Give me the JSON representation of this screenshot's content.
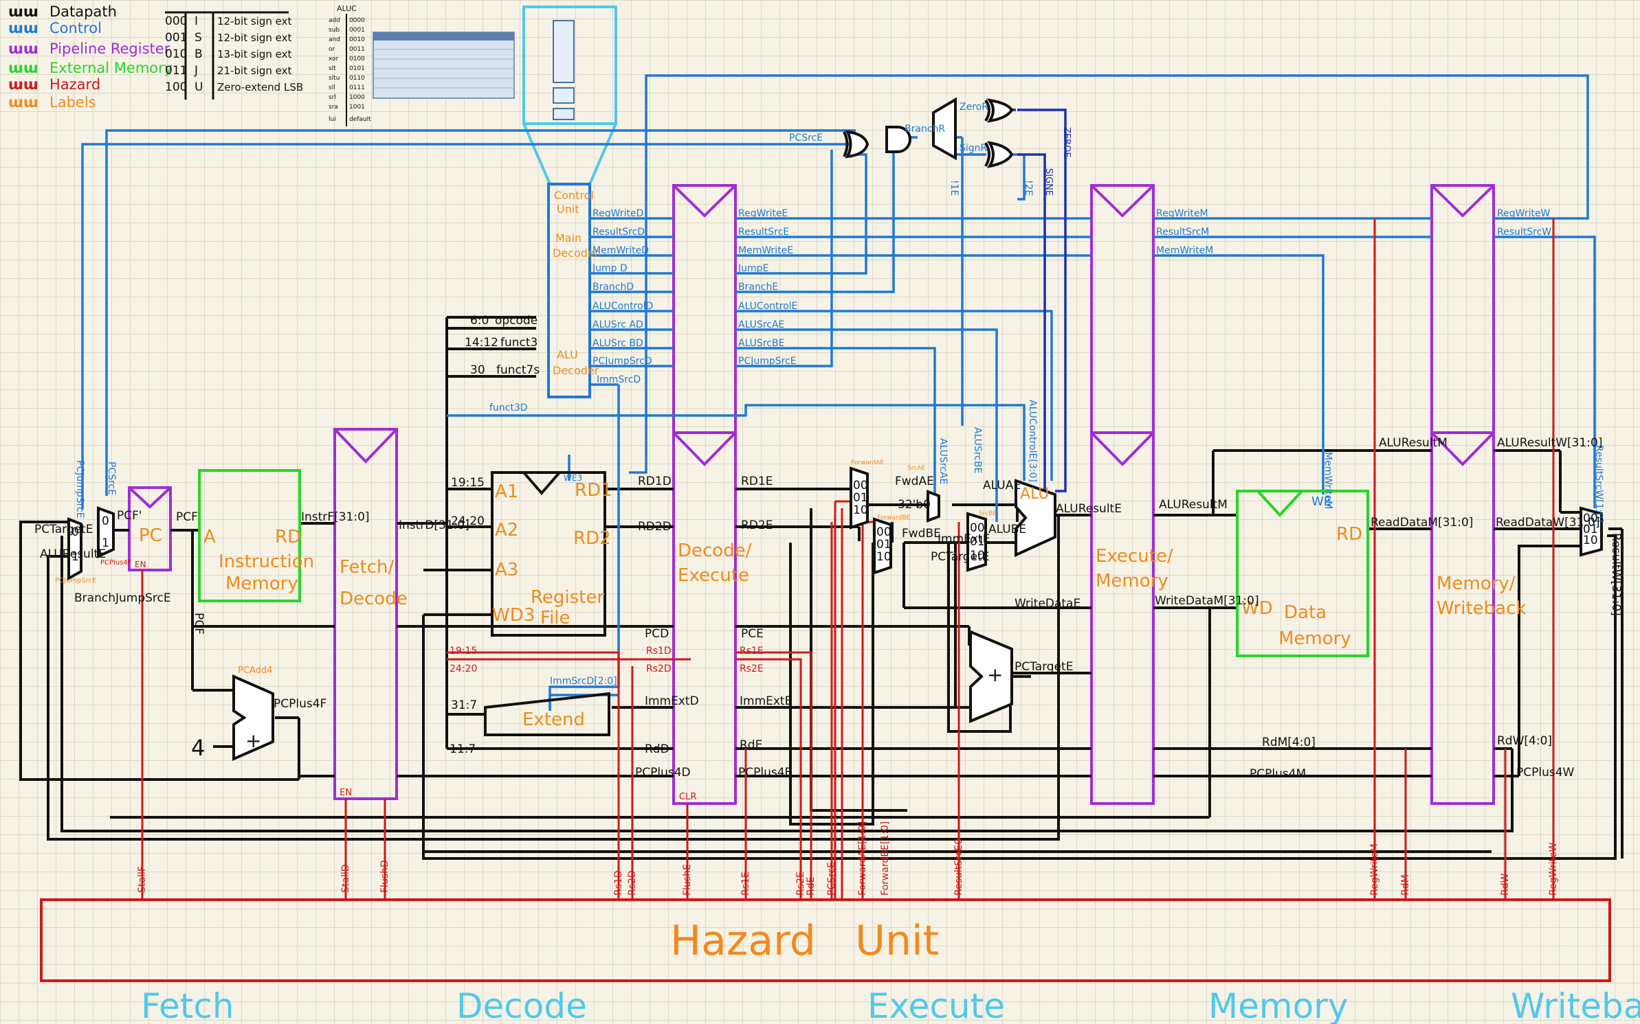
{
  "legend": [
    {
      "mark": "ɯɯ",
      "label": "Datapath",
      "color": "#111111"
    },
    {
      "mark": "ɯɯ",
      "label": "Control",
      "color": "#1f78d6"
    },
    {
      "mark": "ɯɯ",
      "label": "Pipeline Register",
      "color": "#a02cd6"
    },
    {
      "mark": "ɯɯ",
      "label": "External Memory",
      "color": "#28d428"
    },
    {
      "mark": "ɯɯ",
      "label": "Hazard",
      "color": "#d01818"
    },
    {
      "mark": "ɯɯ",
      "label": "Labels",
      "color": "#f08a1c"
    }
  ],
  "immsrc_table": [
    [
      "000",
      "I",
      "12-bit sign ext"
    ],
    [
      "001",
      "S",
      "12-bit sign ext"
    ],
    [
      "010",
      "B",
      "13-bit sign ext"
    ],
    [
      "011",
      "J",
      "21-bit sign ext"
    ],
    [
      "100",
      "U",
      "Zero-extend LSB"
    ]
  ],
  "aluc_table": {
    "header": "ALUC",
    "rows": [
      [
        "add",
        "0000"
      ],
      [
        "sub",
        "0001"
      ],
      [
        "and",
        "0010"
      ],
      [
        "or",
        "0011"
      ],
      [
        "xor",
        "0100"
      ],
      [
        "slt",
        "0101"
      ],
      [
        "sltu",
        "0110"
      ],
      [
        "sll",
        "0111"
      ],
      [
        "srl",
        "1000"
      ],
      [
        "sra",
        "1001"
      ],
      [
        "lui",
        "default"
      ]
    ]
  },
  "blocks": {
    "pc": "PC",
    "instr_mem": [
      "Instruction",
      "Memory"
    ],
    "fetch_decode": [
      "Fetch/",
      "Decode"
    ],
    "control_unit": [
      "Control",
      "Unit"
    ],
    "main_decoder": [
      "Main",
      "Decoder"
    ],
    "alu_decoder": [
      "ALU",
      "Decoder"
    ],
    "regfile": [
      "Register",
      "File"
    ],
    "extend": "Extend",
    "decode_execute": [
      "Decode/",
      "Execute"
    ],
    "alu": "ALU",
    "execute_memory": [
      "Execute/",
      "Memory"
    ],
    "data_mem": [
      "Data",
      "Memory"
    ],
    "memory_writeback": [
      "Memory/",
      "Writeback"
    ],
    "hazard": "Hazard   Unit",
    "plus4": "+",
    "pctarget_adder": "+"
  },
  "ports": {
    "imem_a": "A",
    "imem_rd": "RD",
    "rf_a1": "A1",
    "rf_a2": "A2",
    "rf_a3": "A3",
    "rf_wd3": "WD3",
    "rf_rd1": "RD1",
    "rf_rd2": "RD2",
    "rf_we3": "WE3",
    "dm_we": "WE",
    "dm_rd": "RD",
    "dm_wd": "WD",
    "en": "EN",
    "clr": "CLR",
    "four": "4"
  },
  "stages": [
    "Fetch",
    "Decode",
    "Execute",
    "Memory",
    "Writeback"
  ],
  "control_labels_d": [
    "RegWriteD",
    "ResultSrcD",
    "MemWriteD",
    "Jump D",
    "BranchD",
    "ALUControlD",
    "ALUSrc AD",
    "ALUSrc BD",
    "PCJumpSrcD",
    "ImmSrcD"
  ],
  "control_labels_e": [
    "RegWriteE",
    "ResultSrcE",
    "MemWriteE",
    "JumpE",
    "BranchE",
    "ALUControlE",
    "ALUSrcAE",
    "ALUSrcBE",
    "PCJumpSrcE"
  ],
  "control_labels_m": [
    "RegWriteM",
    "ResultSrcM",
    "MemWriteM"
  ],
  "control_labels_w": [
    "RegWriteW",
    "ResultSrcW"
  ],
  "instr_fields": [
    {
      "bits": "6:0",
      "name": "opcode"
    },
    {
      "bits": "14:12",
      "name": "funct3"
    },
    {
      "bits": "30",
      "name": "funct7s"
    }
  ],
  "signals": {
    "funct3d": "funct3D",
    "zeror": "ZeroR",
    "signr": "SignR",
    "branchr": "BranchR",
    "pcsrce": "PCSrcE",
    "zeroe": "ZEROE",
    "signe": "SIGNE",
    "ie1": "!1E",
    "ie2": "!2E",
    "alucontrole_v": "ALUControlE[3:0]",
    "alusrcbe_v": "ALUSrcBE",
    "alusrcae_v": "ALUSrcAE",
    "memwritem_v": "MemWriteM",
    "resultsrcw_v": "ResultSrcW[1:0]",
    "pcjumpsrce": "PCJumpSrcE",
    "pcsrce_v": "PCSrcE",
    "pctargete": "PCTargetE",
    "aluresulte": "ALUResultE",
    "pcplus4f_top": "PCPlus4F",
    "pcf_mux": "PCF'",
    "pcf": "PCF",
    "pcf_v": "PCF",
    "instrf": "InstrF[31:0]",
    "instrd": "InstrD[31:0]",
    "rs1_bits": "19:15",
    "rs2_bits": "24:20",
    "a3_bits": "11:7",
    "rd1d": "RD1D",
    "rd2d": "RD2D",
    "rd1e": "RD1E",
    "rd2e": "RD2E",
    "pcd": "PCD",
    "pce": "PCE",
    "rs1d": "Rs1D",
    "rs2d": "Rs2D",
    "rs1e": "Rs1E",
    "rs2e": "Rs2E",
    "ext_bits": "31:7",
    "immsrcd2": "ImmSrcD[2:0]",
    "immextd": "ImmExtD",
    "immexte": "ImmExtE",
    "rd_bits": "11:7",
    "rdd": "RdD",
    "rde": "RdE",
    "pcplus4d": "PCPlus4D",
    "pcplus4e": "PCPlus4E",
    "pcplus4f": "PCPlus4F",
    "pcadd4": "PCAdd4",
    "forwardae": "ForwardAE",
    "forwardbe": "ForwardBE",
    "srcae_lbl": "SrcAE",
    "srcbe_lbl": "SrcBE",
    "fwdae": "FwdAE",
    "fwdbe": "FwdBE",
    "val32": "32'b0",
    "aluae": "ALUAE",
    "alube": "ALUBE",
    "immexte2": "ImmExtE",
    "pctargete2": "PCTargetE",
    "writedatae": "WriteDataE",
    "pctargete3": "PCTargetE",
    "aluresultm": "ALUResultM",
    "aluresultm2": "ALUResultM",
    "writedatam": "WriteDataM[31:0]",
    "readdatam": "ReadDataM[31:0]",
    "rdm": "RdM[4:0]",
    "pcplus4m": "PCPlus4M",
    "aluresultw": "ALUResultW[31:0]",
    "readdataw": "ReadDataW[31:0]",
    "rdw": "RdW[4:0]",
    "pcplus4w": "PCPlus4W",
    "resultw": "ResultW[31:0]",
    "branchjumpsrce": "BranchJumpSrcE",
    "pcjumpsrc_s": "PCJumpSrcE"
  },
  "hazard_signals": [
    "StallF",
    "StallD",
    "FlushD",
    "Rs1D",
    "Rs2D",
    "FlushE",
    "Rs1E",
    "Rs2E",
    "RdE",
    "PCSrcE",
    "ForwardAE[1:0]",
    "ForwardBE[1:0]",
    "ResultSrcE0",
    "RegWriteM",
    "RdM",
    "RdW",
    "RegWriteW"
  ],
  "mux_inputs": {
    "mux2": [
      "0",
      "1"
    ],
    "mux3": [
      "00",
      "01",
      "10"
    ]
  }
}
